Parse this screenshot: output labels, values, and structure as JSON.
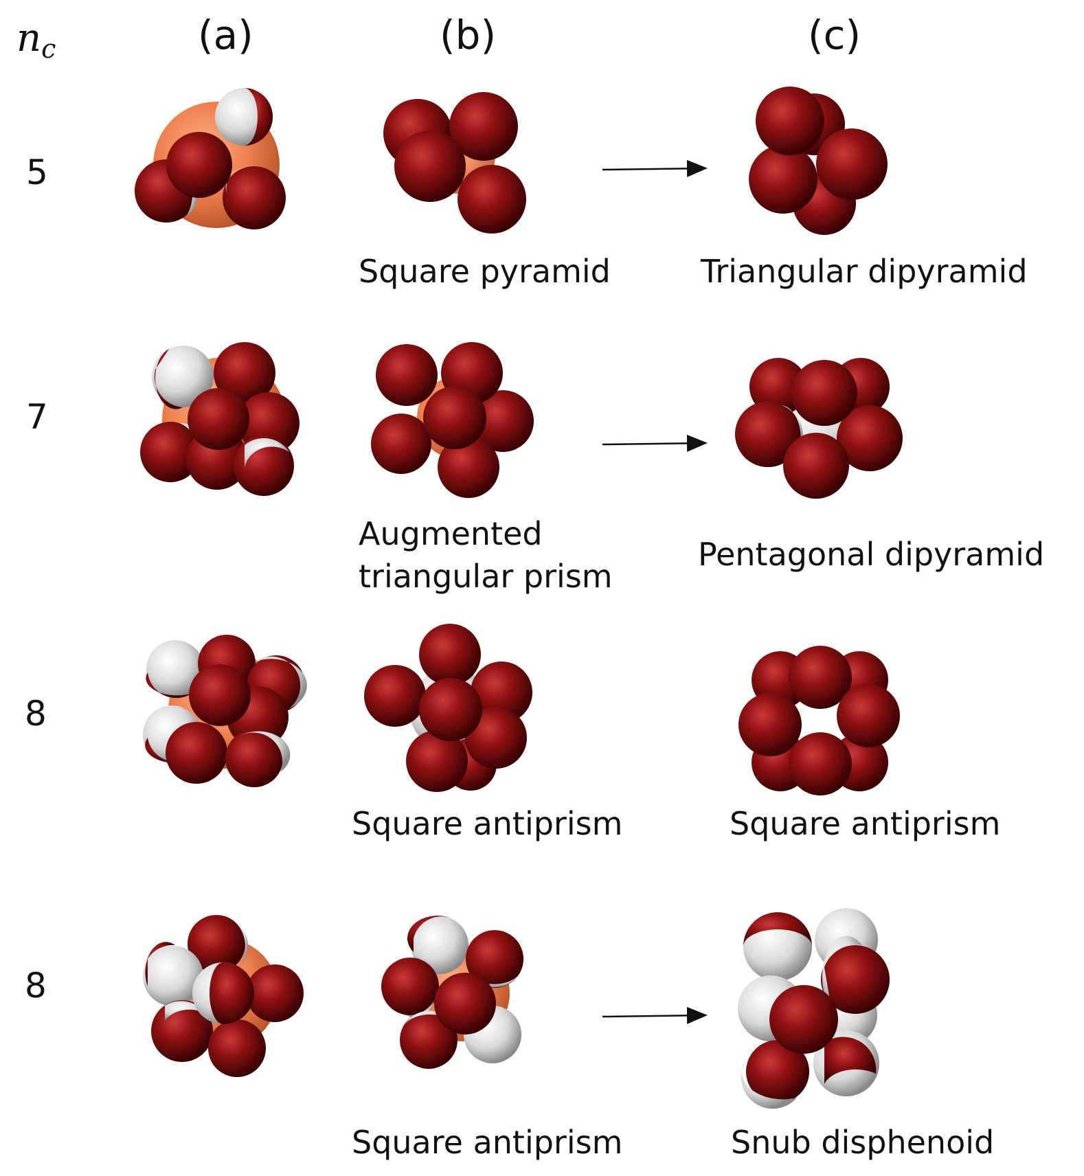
{
  "header": {
    "row_axis_label": "n",
    "row_axis_subscript": "c",
    "columns": [
      "(a)",
      "(b)",
      "(c)"
    ]
  },
  "rows": [
    {
      "nc": "5",
      "caption_b": "Square pyramid",
      "caption_c": "Triangular dipyramid",
      "has_arrow": true
    },
    {
      "nc": "7",
      "caption_b_line1": "Augmented",
      "caption_b_line2": "triangular prism",
      "caption_c": "Pentagonal dipyramid",
      "has_arrow": true
    },
    {
      "nc": "8",
      "caption_b": "Square antiprism",
      "caption_c": "Square antiprism",
      "has_arrow": false
    },
    {
      "nc": "8",
      "caption_b": "Square antiprism",
      "caption_c": "Snub disphenoid",
      "has_arrow": true
    }
  ],
  "colors": {
    "oxygen_dark_red": "#8b1010",
    "hydrogen_white": "#e8e8e8",
    "central_ion_orange": "#f08a5a",
    "text": "#111111"
  }
}
